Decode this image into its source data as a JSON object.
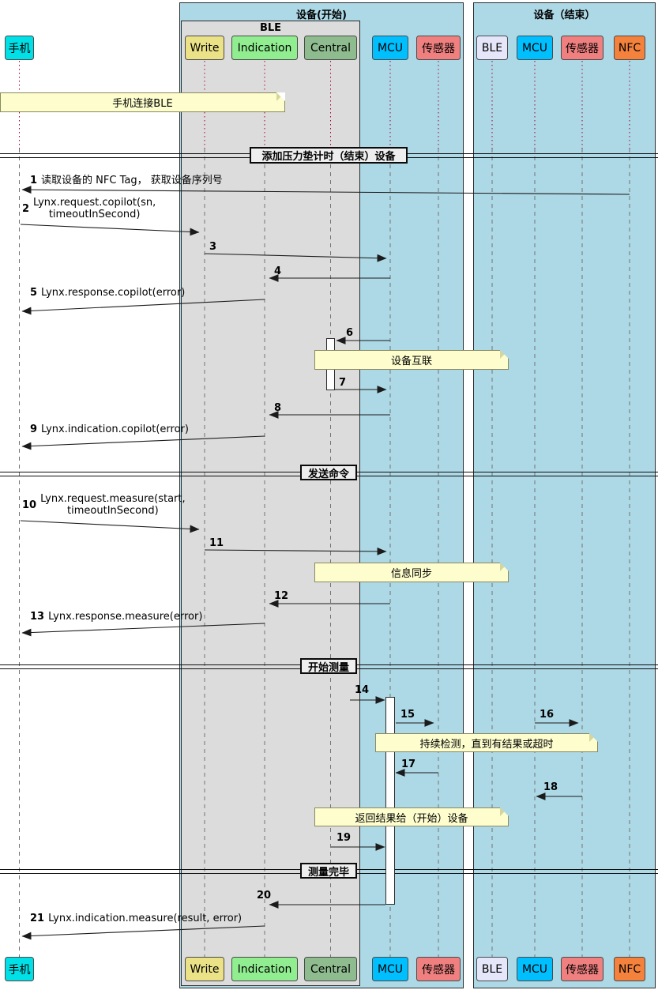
{
  "title_boxes": {
    "start_device": "设备(开始)",
    "ble_group": "BLE",
    "end_device": "设备（结束）"
  },
  "participants": [
    {
      "id": "phone",
      "label": "手机",
      "color": "#00E0E6"
    },
    {
      "id": "write",
      "label": "Write",
      "color": "#EBE287"
    },
    {
      "id": "indication",
      "label": "Indication",
      "color": "#90EE90"
    },
    {
      "id": "central",
      "label": "Central",
      "color": "#8FBC8F"
    },
    {
      "id": "mcu-start",
      "label": "MCU",
      "color": "#00BFFF"
    },
    {
      "id": "sensor-start",
      "label": "传感器",
      "color": "#F08080"
    },
    {
      "id": "ble-end",
      "label": "BLE",
      "color": "#E6E6FA"
    },
    {
      "id": "mcu-end",
      "label": "MCU",
      "color": "#00BFFF"
    },
    {
      "id": "sensor-end",
      "label": "传感器",
      "color": "#F08080"
    },
    {
      "id": "nfc-end",
      "label": "NFC",
      "color": "#F5823C"
    }
  ],
  "dividers": [
    {
      "label": "添加压力垫计时（结束）设备"
    },
    {
      "label": "发送命令"
    },
    {
      "label": "开始测量"
    },
    {
      "label": "测量完毕"
    }
  ],
  "notes": [
    {
      "text": "手机连接BLE"
    },
    {
      "text": "设备互联"
    },
    {
      "text": "信息同步"
    },
    {
      "text": "持续检测，直到有结果或超时"
    },
    {
      "text": "返回结果给（开始）设备"
    }
  ],
  "messages": [
    {
      "num": "1",
      "text": "读取设备的 NFC Tag， 获取设备序列号"
    },
    {
      "num": "2",
      "text": "Lynx.request.copilot(sn,",
      "text2": "timeoutInSecond)"
    },
    {
      "num": "3",
      "text": ""
    },
    {
      "num": "4",
      "text": ""
    },
    {
      "num": "5",
      "text": "Lynx.response.copilot(error)"
    },
    {
      "num": "6",
      "text": ""
    },
    {
      "num": "7",
      "text": ""
    },
    {
      "num": "8",
      "text": ""
    },
    {
      "num": "9",
      "text": "Lynx.indication.copilot(error)"
    },
    {
      "num": "10",
      "text": "Lynx.request.measure(start,",
      "text2": "timeoutInSecond)"
    },
    {
      "num": "11",
      "text": ""
    },
    {
      "num": "12",
      "text": ""
    },
    {
      "num": "13",
      "text": "Lynx.response.measure(error)"
    },
    {
      "num": "14",
      "text": ""
    },
    {
      "num": "15",
      "text": ""
    },
    {
      "num": "16",
      "text": ""
    },
    {
      "num": "17",
      "text": ""
    },
    {
      "num": "18",
      "text": ""
    },
    {
      "num": "19",
      "text": ""
    },
    {
      "num": "20",
      "text": ""
    },
    {
      "num": "21",
      "text": "Lynx.indication.measure(result, error)"
    }
  ],
  "colors": {
    "device_box_bg": "#ADD8E6",
    "ble_group_bg": "#DCDCDC",
    "note_bg": "#FDFDCE",
    "divider_label_bg": "#EEEEEE",
    "lifeline_red": "#A80036",
    "lifeline_grey": "#737373",
    "arrow": "#1b1b1b"
  }
}
